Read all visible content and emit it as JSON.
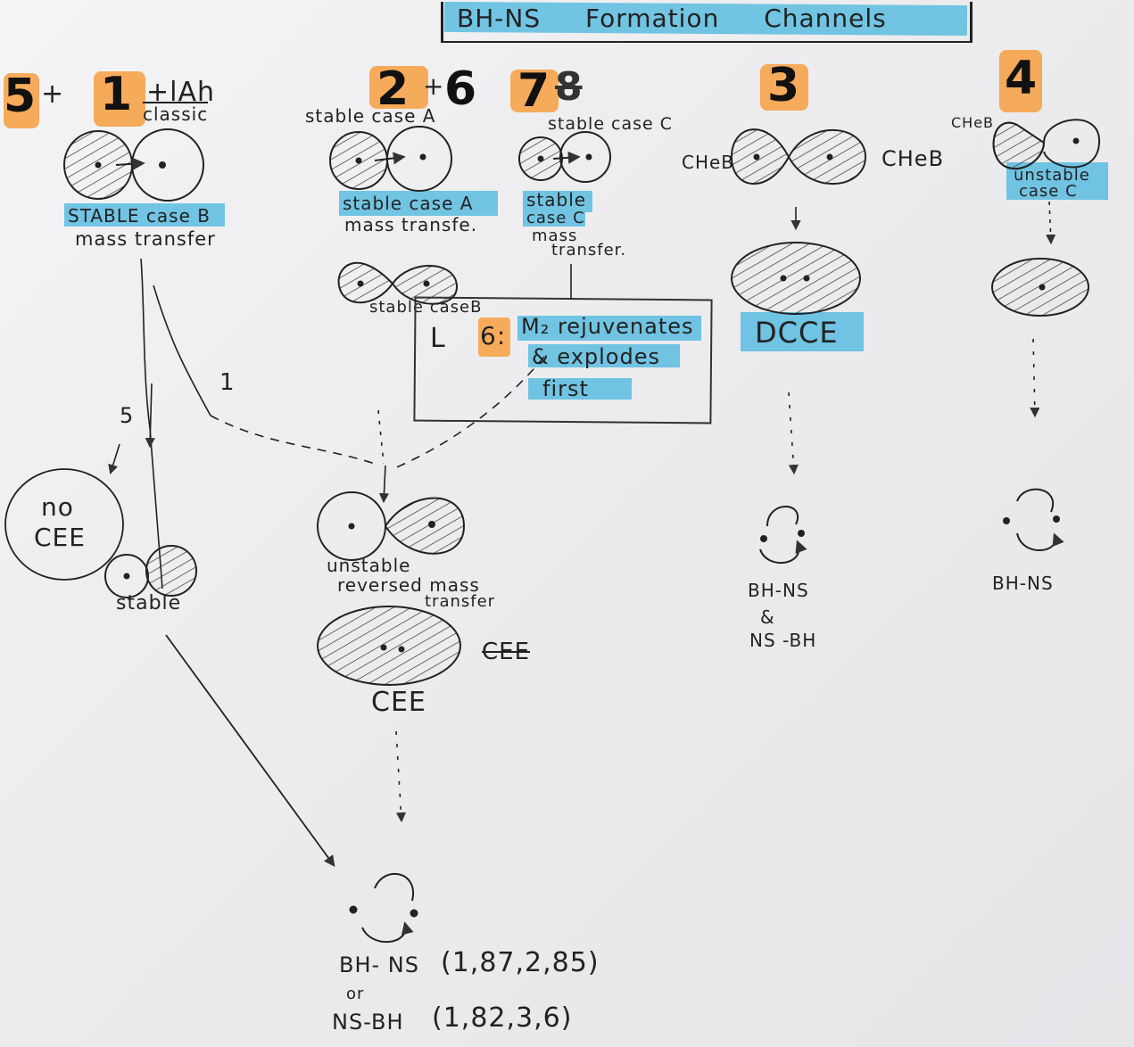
{
  "title": "BH-NS Formation Channels",
  "channels": [
    {
      "number": "5",
      "plus": "+",
      "sub_number": "1",
      "sub_extra": "+lAh",
      "label": "classic"
    },
    {
      "number": "2",
      "plus": "+",
      "sub_number": "6",
      "label": "stable case A"
    },
    {
      "number": "7",
      "overwrite": "8",
      "label": "stable case C"
    },
    {
      "number": "3"
    },
    {
      "number": "4"
    }
  ],
  "col1": {
    "step1": "STABLE case B",
    "step1b": "mass transfer",
    "branch_5": "5",
    "branch_1": "1",
    "no_cee_1": "no",
    "no_cee_2": "CEE",
    "stable": "stable"
  },
  "col2": {
    "step1a": "stable case A",
    "step1b": "mass transfe.",
    "step2": "stable caseB",
    "unstable_1": "unstable",
    "unstable_2": "reversed mass",
    "unstable_3": "transfer",
    "cee_strike": "CEE",
    "cee": "CEE"
  },
  "col3": {
    "step1a": "stable",
    "step1b": "case C",
    "step1c": "mass",
    "step1d": "transfer.",
    "note_marker": "L",
    "note_num": "6:",
    "note_1": "M₂ rejuvenates",
    "note_2": "& explodes",
    "note_3": "first"
  },
  "col4": {
    "left_label": "CHeB",
    "right_label": "CHeB",
    "dcce": "DCCE",
    "result_1": "BH-NS",
    "result_amp": "&",
    "result_2": "NS -BH"
  },
  "col5": {
    "top_label": "CHeB",
    "unstable_1": "unstable",
    "unstable_2": "case C",
    "result": "BH-NS"
  },
  "final": {
    "line1": "BH- NS",
    "line1_nums": "(1,87,2,85)",
    "or": "or",
    "line2": "NS-BH",
    "line2_nums": "(1,82,3,6)"
  }
}
